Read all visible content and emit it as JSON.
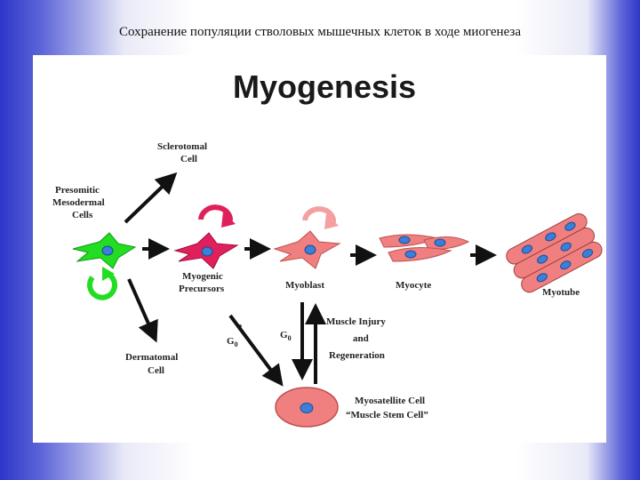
{
  "slide": {
    "title": "Сохранение популяции стволовых мышечных клеток в ходе миогенеза"
  },
  "diagram": {
    "heading": "Myogenesis",
    "labels": {
      "presomitic": [
        "Presomitic",
        "Mesodermal",
        "Cells"
      ],
      "sclerotomal": [
        "Sclerotomal",
        "Cell"
      ],
      "dermatomal": [
        "Dermatomal",
        "Cell"
      ],
      "myogenic": [
        "Myogenic",
        "Precursors"
      ],
      "myoblast": "Myoblast",
      "myocyte": "Myocyte",
      "myotube": "Myotube",
      "injury": [
        "Muscle Injury",
        "and",
        "Regeneration"
      ],
      "satellite": [
        "Myosatellite Cell",
        "“Muscle Stem Cell”"
      ],
      "g0_left": "G",
      "g0_left_sub": "0",
      "g0_question": "?",
      "g0_right": "G",
      "g0_right_sub": "0"
    },
    "colors": {
      "green": "#22dd22",
      "pink": "#f08080",
      "magenta": "#e0205a",
      "light_pink": "#f4a0a0",
      "nucleus": "#3b7fd6",
      "arrow": "#111111"
    }
  }
}
